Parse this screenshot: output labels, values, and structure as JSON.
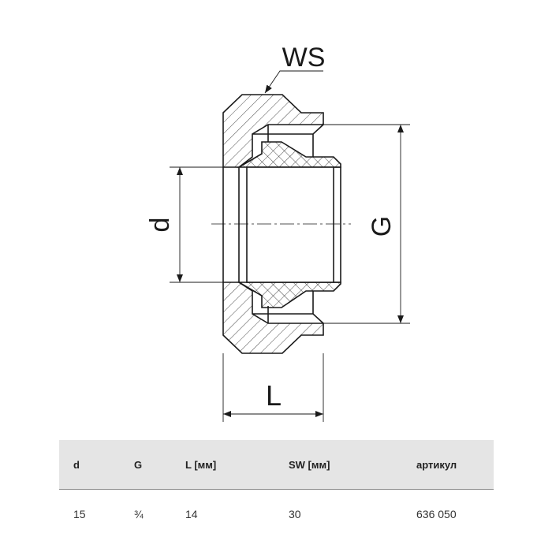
{
  "drawing": {
    "labels": {
      "ws": "WS",
      "d": "d",
      "g": "G",
      "l": "L"
    },
    "colors": {
      "line": "#1a1a1a",
      "header_bg": "#e5e5e5"
    }
  },
  "table": {
    "headers": [
      "d",
      "G",
      "L [мм]",
      "SW [мм]",
      "артикул"
    ],
    "rows": [
      [
        "15",
        "¾",
        "14",
        "30",
        "636 050"
      ]
    ]
  }
}
